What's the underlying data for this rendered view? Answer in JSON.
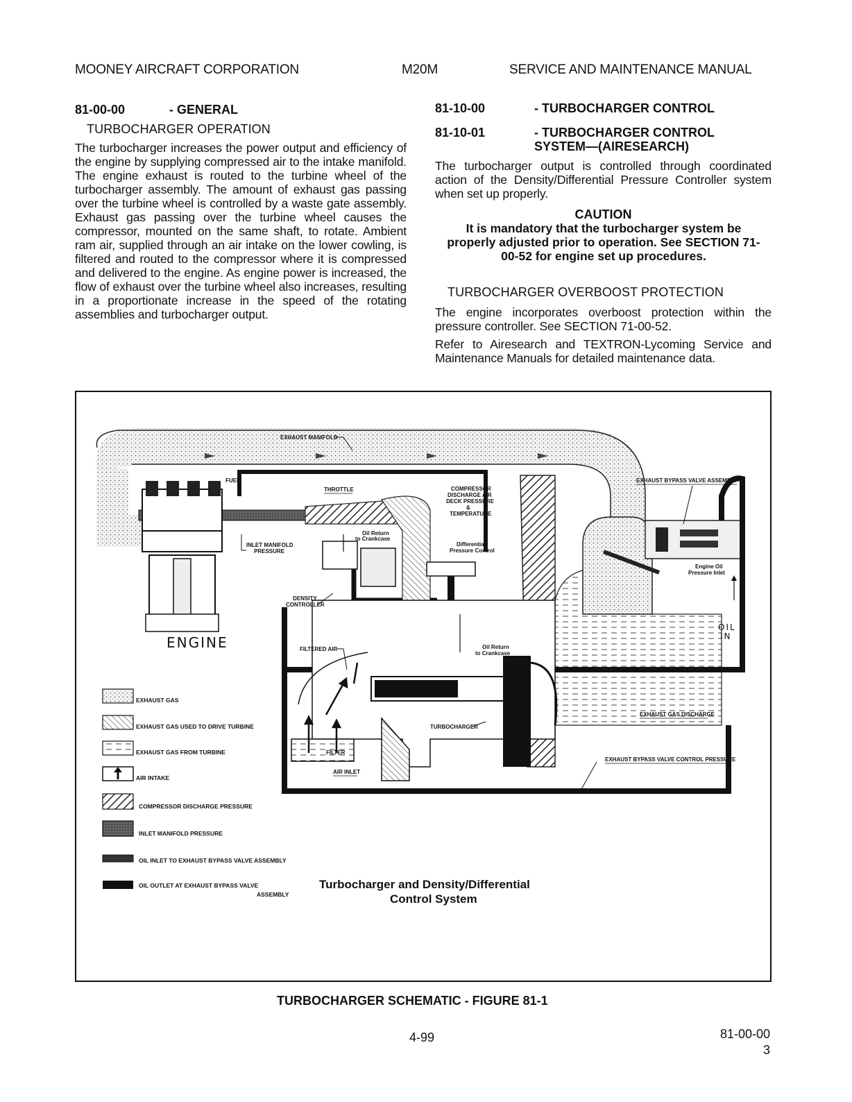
{
  "header": {
    "company": "MOONEY AIRCRAFT CORPORATION",
    "model": "M20M",
    "manual": "SERVICE AND MAINTENANCE MANUAL"
  },
  "left": {
    "section_num": "81-00-00",
    "section_title": "- GENERAL",
    "subheading": "TURBOCHARGER OPERATION",
    "paragraph": "The turbocharger increases the power output and efficiency of the engine by supplying compressed air to the intake manifold. The engine exhaust is routed to the turbine wheel of the turbocharger assembly. The amount of exhaust gas passing over the turbine wheel is controlled by a waste gate assembly. Exhaust gas passing over the turbine wheel causes the compressor, mounted on the same shaft, to rotate. Ambient ram air, supplied through an air intake on the lower cowling, is filtered and routed to the compressor where it is compressed and delivered to the engine. As engine power is increased, the flow of exhaust over the turbine wheel also increases, resulting in a proportionate increase in the speed of the rotating assemblies and turbocharger output."
  },
  "right": {
    "section1_num": "81-10-00",
    "section1_title": "- TURBOCHARGER CONTROL",
    "section2_num": "81-10-01",
    "section2_title_line1": "- TURBOCHARGER CONTROL",
    "section2_title_line2": "SYSTEM—(AIRESEARCH)",
    "paragraph1": "The turbocharger output is controlled through coordinated action of the Density/Differential Pressure Controller system when set up properly.",
    "caution_title": "CAUTION",
    "caution_text": "It is mandatory that the turbocharger system be properly adjusted prior to operation. See SECTION 71-00-52 for engine set up procedures.",
    "subheading": "TURBOCHARGER OVERBOOST PROTECTION",
    "paragraph2": "The engine incorporates overboost protection within the pressure controller. See SECTION 71-00-52.",
    "paragraph3": "Refer to Airesearch and TEXTRON-Lycoming Service and Maintenance Manuals for detailed maintenance data."
  },
  "diagram": {
    "labels": {
      "exhaust_manifold": "EXHAUST MANIFOLD",
      "fuel": "FUEL",
      "throttle": "THROTTLE",
      "compressor_discharge": [
        "COMPRESSOR",
        "DISCHARGE AIR",
        "DECK PRESSURE",
        "&",
        "TEMPERATURE"
      ],
      "oil_return_1": [
        "Oil Return",
        "to Crankcase"
      ],
      "differential_pressure": [
        "Differential",
        "Pressure Control"
      ],
      "inlet_manifold_pressure": [
        "INLET MANIFOLD",
        "PRESSURE"
      ],
      "density_controller": [
        "DENSITY",
        "CONTROLLER"
      ],
      "engine": "ENGINE",
      "filtered_air": "FILTERED AIR",
      "oil_return_2": [
        "Oil Return",
        "to Crankcase"
      ],
      "exhaust_bypass_valve": "EXHAUST BYPASS VALVE ASSEMBLY",
      "engine_oil_pressure_inlet": [
        "Engine Oil",
        "Pressure Inlet"
      ],
      "oil_in": [
        "OIL",
        "IN"
      ],
      "exhaust_gas_discharge": "EXHAUST GAS DISCHARGE",
      "turbocharger": "TURBOCHARGER",
      "filter": "FILTER",
      "air_inlet": "AIR INLET",
      "bypass_control_pressure": "EXHAUST BYPASS VALVE CONTROL PRESSURE"
    },
    "legend": [
      {
        "key": "exhaust",
        "text": "EXHAUST GAS"
      },
      {
        "key": "drive",
        "text": "EXHAUST GAS USED TO DRIVE TURBINE"
      },
      {
        "key": "from_turbine",
        "text": "EXHAUST GAS FROM TURBINE"
      },
      {
        "key": "air",
        "text": "AIR INTAKE"
      },
      {
        "key": "compressor",
        "text": "COMPRESSOR DISCHARGE PRESSURE"
      },
      {
        "key": "inlet",
        "text": "INLET MANIFOLD PRESSURE"
      },
      {
        "key": "oil_inlet",
        "text": "OIL INLET TO EXHAUST BYPASS VALVE ASSEMBLY"
      },
      {
        "key": "oil_outlet",
        "text": "OIL OUTLET AT EXHAUST BYPASS VALVE",
        "text2": "ASSEMBLY"
      }
    ],
    "caption_line1": "Turbocharger and Density/Differential",
    "caption_line2": "Control System"
  },
  "figure_title": "TURBOCHARGER SCHEMATIC - FIGURE 81-1",
  "footer": {
    "page": "4-99",
    "code": "81-00-00",
    "rev": "3"
  }
}
